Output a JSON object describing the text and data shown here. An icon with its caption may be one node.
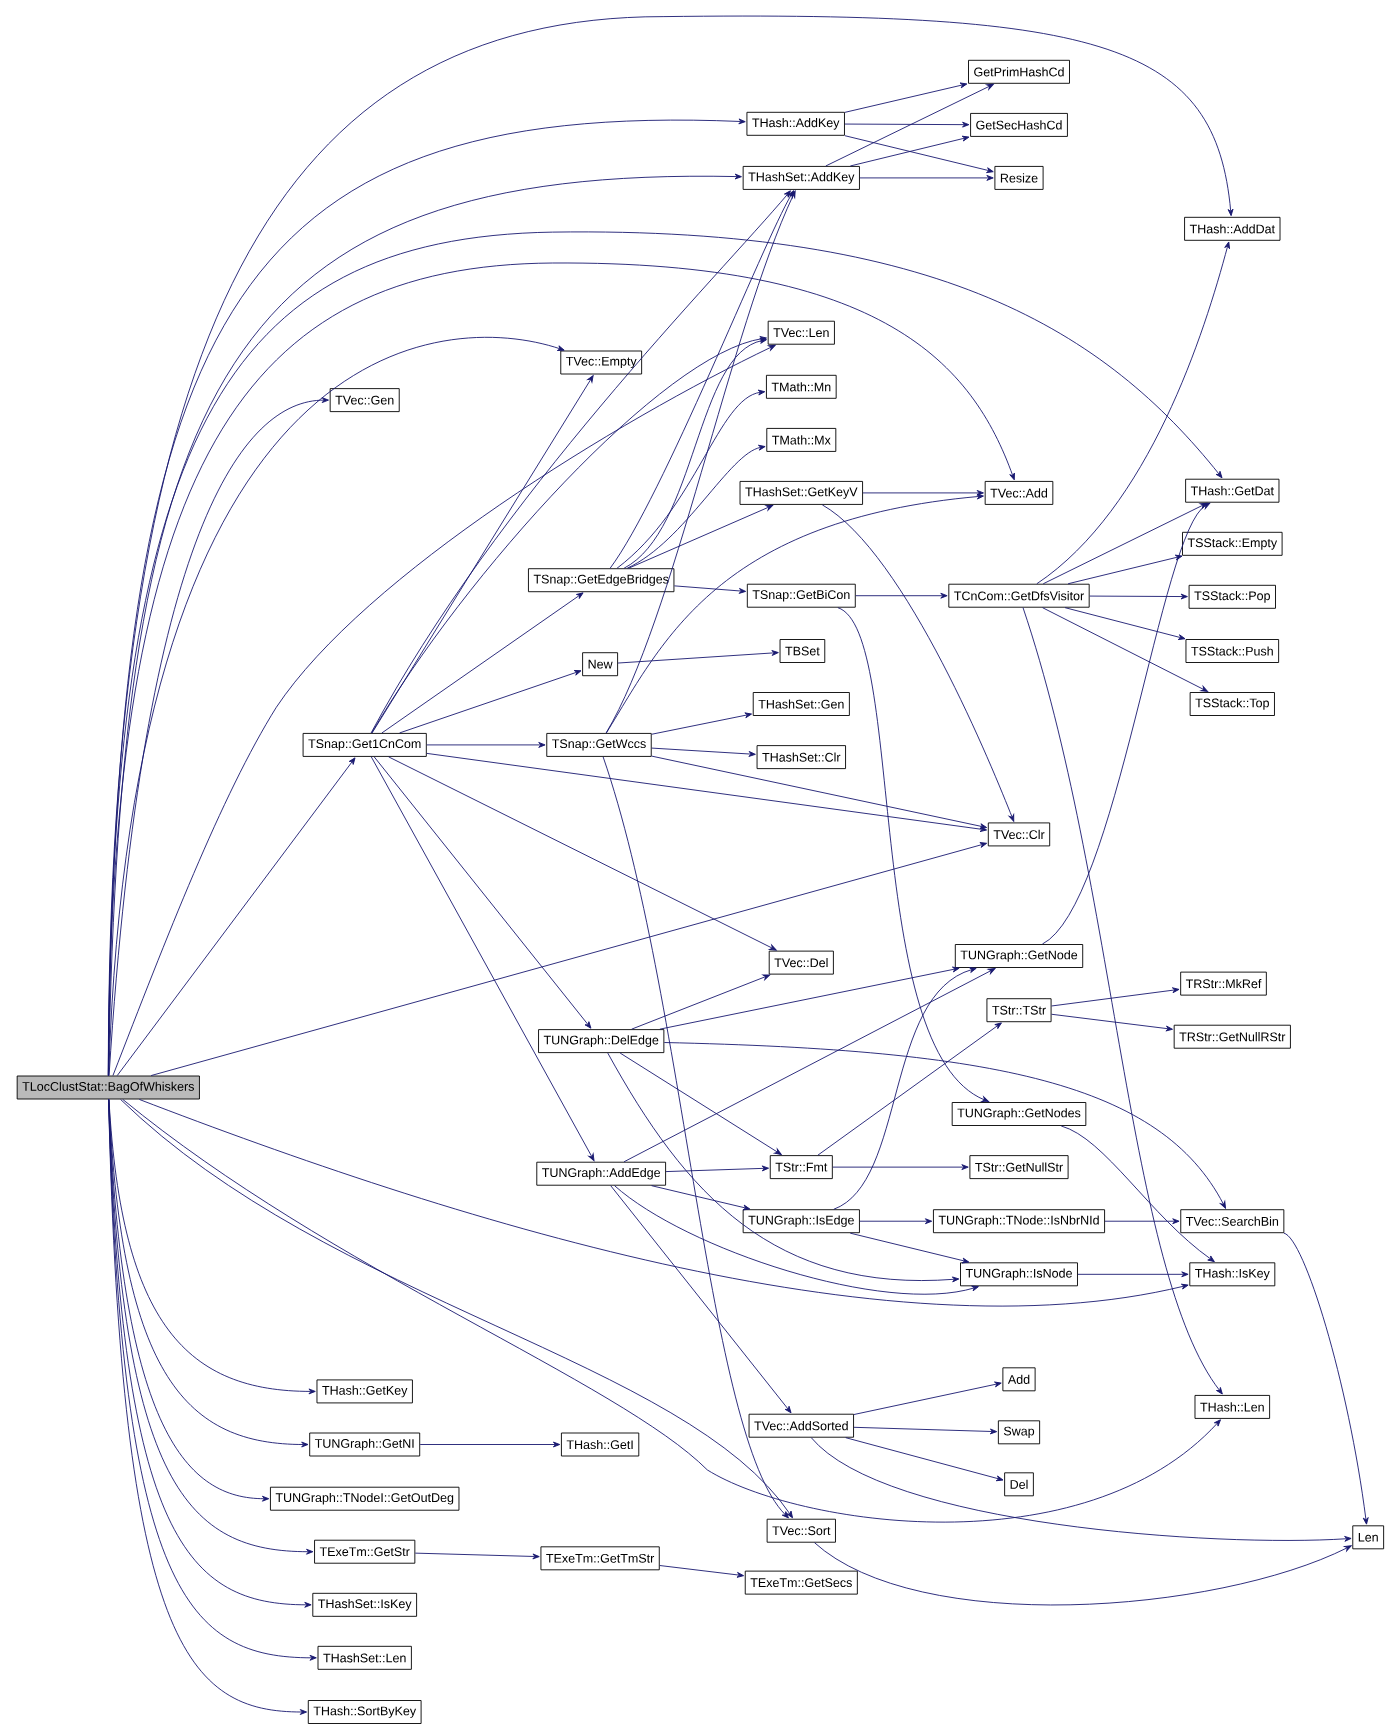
{
  "diagram": {
    "nodes": [
      {
        "text": [
          "TLocClustStat::BagOfWhiskers"
        ]
      },
      {
        "text": [
          "THash::AddKey"
        ]
      },
      {
        "text": [
          "GetPrimHashCd"
        ]
      },
      {
        "text": [
          "GetSecHashCd"
        ]
      },
      {
        "text": [
          "THashSet::AddKey"
        ]
      },
      {
        "text": [
          "Resize"
        ]
      },
      {
        "text": [
          "THash::AddDat"
        ]
      },
      {
        "text": [
          "TVec::Len"
        ]
      },
      {
        "text": [
          "TVec::Empty"
        ]
      },
      {
        "text": [
          "TVec::Gen"
        ]
      },
      {
        "text": [
          "TMath::Mn"
        ]
      },
      {
        "text": [
          "TMath::Mx"
        ]
      },
      {
        "text": [
          "THashSet::GetKeyV"
        ]
      },
      {
        "text": [
          "TVec::Add"
        ]
      },
      {
        "text": [
          "THash::GetDat"
        ]
      },
      {
        "text": [
          "TSStack::Empty"
        ]
      },
      {
        "text": [
          "TSnap::GetEdgeBridges"
        ]
      },
      {
        "text": [
          "TSnap::GetBiCon"
        ]
      },
      {
        "text": [
          "TCnCom::GetDfsVisitor"
        ]
      },
      {
        "text": [
          "TSStack::Pop"
        ]
      },
      {
        "text": [
          "New"
        ]
      },
      {
        "text": [
          "TBSet"
        ]
      },
      {
        "text": [
          "TSStack::Push"
        ]
      },
      {
        "text": [
          "THashSet::Gen"
        ]
      },
      {
        "text": [
          "TSStack::Top"
        ]
      },
      {
        "text": [
          "TSnap::Get1CnCom"
        ]
      },
      {
        "text": [
          "TSnap::GetWccs"
        ]
      },
      {
        "text": [
          "THashSet::Clr"
        ]
      },
      {
        "text": [
          "TVec::Clr"
        ]
      },
      {
        "text": [
          "TVec::Del"
        ]
      },
      {
        "text": [
          "TUNGraph::GetNode"
        ]
      },
      {
        "text": [
          "TRStr::MkRef"
        ]
      },
      {
        "text": [
          "TStr::TStr"
        ]
      },
      {
        "text": [
          "TRStr::GetNullRStr"
        ]
      },
      {
        "text": [
          "TUNGraph::DelEdge"
        ]
      },
      {
        "text": [
          "TUNGraph::GetNodes"
        ]
      },
      {
        "text": [
          "TUNGraph::AddEdge"
        ]
      },
      {
        "text": [
          "TStr::Fmt"
        ]
      },
      {
        "text": [
          "TStr::GetNullStr"
        ]
      },
      {
        "text": [
          "TUNGraph::IsEdge"
        ]
      },
      {
        "text": [
          "TUNGraph::TNode::IsNbrNId"
        ]
      },
      {
        "text": [
          "TVec::SearchBin"
        ]
      },
      {
        "text": [
          "TUNGraph::IsNode"
        ]
      },
      {
        "text": [
          "THash::IsKey"
        ]
      },
      {
        "text": [
          "Add"
        ]
      },
      {
        "text": [
          "THash::GetKey"
        ]
      },
      {
        "text": [
          "THash::Len"
        ]
      },
      {
        "text": [
          "TVec::AddSorted"
        ]
      },
      {
        "text": [
          "Swap"
        ]
      },
      {
        "text": [
          "TUNGraph::GetNI"
        ]
      },
      {
        "text": [
          "THash::GetI"
        ]
      },
      {
        "text": [
          "Del"
        ]
      },
      {
        "text": [
          "TUNGraph::TNodeI::GetOutDeg"
        ]
      },
      {
        "text": [
          "TVec::Sort"
        ]
      },
      {
        "text": [
          "Len"
        ]
      },
      {
        "text": [
          "TExeTm::GetStr"
        ]
      },
      {
        "text": [
          "TExeTm::GetTmStr"
        ]
      },
      {
        "text": [
          "TExeTm::GetSecs"
        ]
      },
      {
        "text": [
          "THashSet::IsKey"
        ]
      },
      {
        "text": [
          "THashSet::Len"
        ]
      },
      {
        "text": [
          "THash::SortByKey"
        ]
      }
    ],
    "edges": [
      {
        "from": 0,
        "to": 1,
        "arrow": "to"
      },
      {
        "from": 0,
        "to": 4,
        "arrow": "to"
      },
      {
        "from": 0,
        "to": 6,
        "arrow": "to"
      },
      {
        "from": 0,
        "to": 14,
        "arrow": "to"
      },
      {
        "from": 0,
        "to": 13,
        "arrow": "to"
      },
      {
        "from": 0,
        "to": 8,
        "arrow": "to"
      },
      {
        "from": 0,
        "to": 9,
        "arrow": "to"
      },
      {
        "from": 0,
        "to": 7,
        "arrow": "to"
      },
      {
        "from": 0,
        "to": 25,
        "arrow": "to"
      },
      {
        "from": 0,
        "to": 28,
        "arrow": "to"
      },
      {
        "from": 0,
        "to": 43,
        "arrow": "to"
      },
      {
        "from": 0,
        "to": 46,
        "arrow": "to"
      },
      {
        "from": 0,
        "to": 53,
        "arrow": "to"
      },
      {
        "from": 0,
        "to": 45,
        "arrow": "to"
      },
      {
        "from": 0,
        "to": 49,
        "arrow": "to"
      },
      {
        "from": 0,
        "to": 52,
        "arrow": "to"
      },
      {
        "from": 0,
        "to": 55,
        "arrow": "to"
      },
      {
        "from": 0,
        "to": 58,
        "arrow": "to"
      },
      {
        "from": 0,
        "to": 59,
        "arrow": "to"
      },
      {
        "from": 0,
        "to": 60,
        "arrow": "to"
      },
      {
        "from": 1,
        "to": 2,
        "arrow": "to"
      },
      {
        "from": 1,
        "to": 3,
        "arrow": "to"
      },
      {
        "from": 1,
        "to": 5,
        "arrow": "to"
      },
      {
        "from": 4,
        "to": 2,
        "arrow": "to"
      },
      {
        "from": 4,
        "to": 3,
        "arrow": "to"
      },
      {
        "from": 4,
        "to": 5,
        "arrow": "to"
      },
      {
        "from": 25,
        "to": 8,
        "arrow": "to"
      },
      {
        "from": 25,
        "to": 4,
        "arrow": "to"
      },
      {
        "from": 25,
        "to": 7,
        "arrow": "to"
      },
      {
        "from": 25,
        "to": 16,
        "arrow": "to"
      },
      {
        "from": 25,
        "to": 20,
        "arrow": "to"
      },
      {
        "from": 25,
        "to": 26,
        "arrow": "to"
      },
      {
        "from": 25,
        "to": 28,
        "arrow": "to"
      },
      {
        "from": 25,
        "to": 29,
        "arrow": "to"
      },
      {
        "from": 25,
        "to": 34,
        "arrow": "to"
      },
      {
        "from": 25,
        "to": 36,
        "arrow": "to"
      },
      {
        "from": 16,
        "to": 4,
        "arrow": "to"
      },
      {
        "from": 16,
        "to": 7,
        "arrow": "to"
      },
      {
        "from": 16,
        "to": 10,
        "arrow": "to"
      },
      {
        "from": 16,
        "to": 11,
        "arrow": "to"
      },
      {
        "from": 16,
        "to": 12,
        "arrow": "to"
      },
      {
        "from": 16,
        "to": 17,
        "arrow": "to"
      },
      {
        "from": 12,
        "to": 13,
        "arrow": "to"
      },
      {
        "from": 12,
        "to": 28,
        "arrow": "to"
      },
      {
        "from": 17,
        "to": 18,
        "arrow": "to"
      },
      {
        "from": 17,
        "to": 35,
        "arrow": "to"
      },
      {
        "from": 18,
        "to": 6,
        "arrow": "to"
      },
      {
        "from": 18,
        "to": 14,
        "arrow": "to"
      },
      {
        "from": 18,
        "to": 15,
        "arrow": "to"
      },
      {
        "from": 18,
        "to": 19,
        "arrow": "to"
      },
      {
        "from": 18,
        "to": 22,
        "arrow": "to"
      },
      {
        "from": 18,
        "to": 24,
        "arrow": "to"
      },
      {
        "from": 18,
        "to": 46,
        "arrow": "to"
      },
      {
        "from": 20,
        "to": 21,
        "arrow": "to"
      },
      {
        "from": 26,
        "to": 4,
        "arrow": "to"
      },
      {
        "from": 26,
        "to": 13,
        "arrow": "to"
      },
      {
        "from": 26,
        "to": 23,
        "arrow": "to"
      },
      {
        "from": 26,
        "to": 27,
        "arrow": "to"
      },
      {
        "from": 26,
        "to": 28,
        "arrow": "to"
      },
      {
        "from": 26,
        "to": 53,
        "arrow": "to"
      },
      {
        "from": 30,
        "to": 14,
        "arrow": "to"
      },
      {
        "from": 32,
        "to": 31,
        "arrow": "to"
      },
      {
        "from": 32,
        "to": 33,
        "arrow": "to"
      },
      {
        "from": 34,
        "to": 29,
        "arrow": "to"
      },
      {
        "from": 34,
        "to": 30,
        "arrow": "to"
      },
      {
        "from": 34,
        "to": 37,
        "arrow": "to"
      },
      {
        "from": 34,
        "to": 41,
        "arrow": "to"
      },
      {
        "from": 34,
        "to": 42,
        "arrow": "to"
      },
      {
        "from": 35,
        "to": 43,
        "arrow": "to"
      },
      {
        "from": 36,
        "to": 30,
        "arrow": "to"
      },
      {
        "from": 36,
        "to": 37,
        "arrow": "to"
      },
      {
        "from": 36,
        "to": 39,
        "arrow": "to"
      },
      {
        "from": 36,
        "to": 42,
        "arrow": "to"
      },
      {
        "from": 36,
        "to": 47,
        "arrow": "to"
      },
      {
        "from": 37,
        "to": 32,
        "arrow": "to"
      },
      {
        "from": 37,
        "to": 38,
        "arrow": "to"
      },
      {
        "from": 39,
        "to": 40,
        "arrow": "to"
      },
      {
        "from": 39,
        "to": 42,
        "arrow": "to"
      },
      {
        "from": 39,
        "to": 30,
        "arrow": "to"
      },
      {
        "from": 40,
        "to": 41,
        "arrow": "to"
      },
      {
        "from": 41,
        "to": 54,
        "arrow": "to"
      },
      {
        "from": 42,
        "to": 43,
        "arrow": "to"
      },
      {
        "from": 47,
        "to": 44,
        "arrow": "to"
      },
      {
        "from": 47,
        "to": 48,
        "arrow": "to"
      },
      {
        "from": 47,
        "to": 51,
        "arrow": "to"
      },
      {
        "from": 47,
        "to": 54,
        "arrow": "to"
      },
      {
        "from": 53,
        "to": 54,
        "arrow": "to"
      },
      {
        "from": 49,
        "to": 50,
        "arrow": "to"
      },
      {
        "from": 55,
        "to": 56,
        "arrow": "to"
      },
      {
        "from": 56,
        "to": 57,
        "arrow": "to"
      }
    ]
  }
}
